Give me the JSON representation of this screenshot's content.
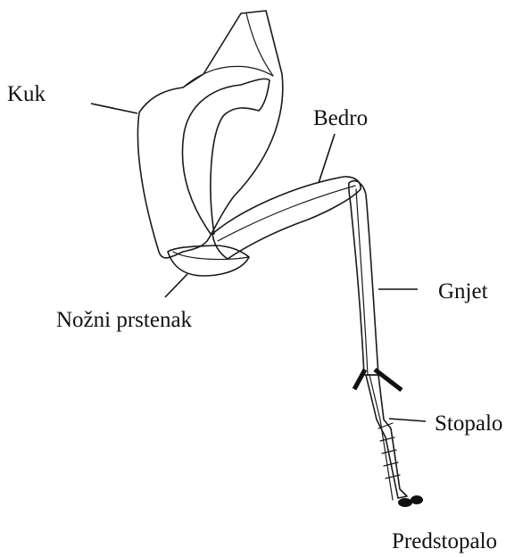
{
  "labels": {
    "hip": "Kuk",
    "femur": "Bedro",
    "tibia": "Gnjet",
    "trochanter": "Nožni prstenak",
    "tarsus": "Stopalo",
    "pretarsus": "Predstopalo"
  }
}
